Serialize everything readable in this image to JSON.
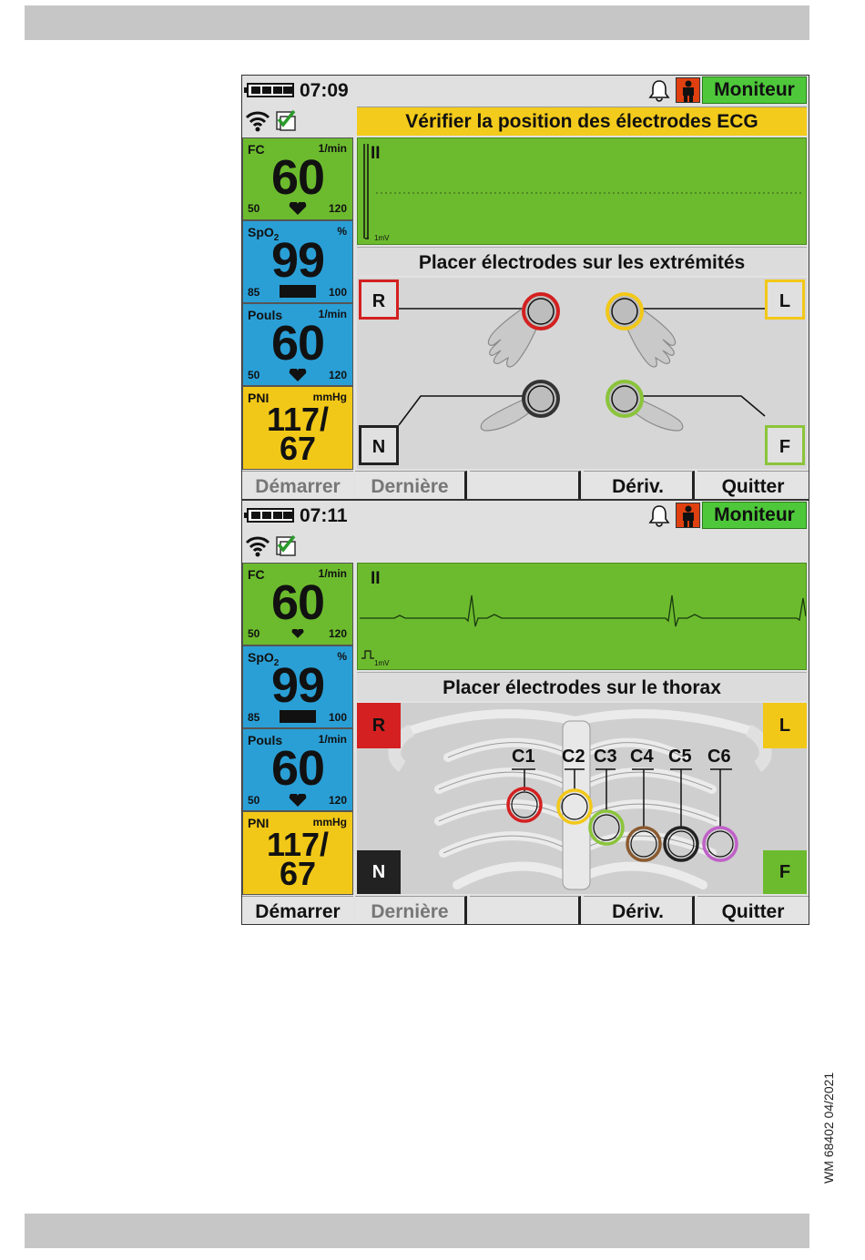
{
  "screens": [
    {
      "time": "07:09",
      "mode": "Moniteur",
      "banner": "Vérifier la position des électrodes ECG",
      "fc": {
        "label": "FC",
        "unit": "1/min",
        "value": "60",
        "low": "50",
        "high": "120"
      },
      "spo2": {
        "label": "SpO",
        "sub": "2",
        "unit": "%",
        "value": "99",
        "low": "85",
        "high": "100"
      },
      "pouls": {
        "label": "Pouls",
        "unit": "1/min",
        "value": "60",
        "low": "50",
        "high": "120"
      },
      "pni": {
        "label": "PNI",
        "unit": "mmHg",
        "line1": "117/",
        "line2": "67"
      },
      "ecg": {
        "lead": "II",
        "scale": "1mV"
      },
      "placement": "Placer électrodes sur les extrémités",
      "electrodes": {
        "r": "R",
        "l": "L",
        "n": "N",
        "f": "F"
      },
      "buttons": {
        "start": "Démarrer",
        "last": "Dernière",
        "deriv": "Dériv.",
        "quit": "Quitter"
      }
    },
    {
      "time": "07:11",
      "mode": "Moniteur",
      "fc": {
        "label": "FC",
        "unit": "1/min",
        "value": "60",
        "low": "50",
        "high": "120"
      },
      "spo2": {
        "label": "SpO",
        "sub": "2",
        "unit": "%",
        "value": "99",
        "low": "85",
        "high": "100"
      },
      "pouls": {
        "label": "Pouls",
        "unit": "1/min",
        "value": "60",
        "low": "50",
        "high": "120"
      },
      "pni": {
        "label": "PNI",
        "unit": "mmHg",
        "line1": "117/",
        "line2": "67"
      },
      "ecg": {
        "lead": "II",
        "scale": "1mV"
      },
      "placement": "Placer électrodes sur le thorax",
      "electrodes": {
        "r": "R",
        "l": "L",
        "n": "N",
        "f": "F"
      },
      "chest": [
        "C1",
        "C2",
        "C3",
        "C4",
        "C5",
        "C6"
      ],
      "buttons": {
        "start": "Démarrer",
        "last": "Dernière",
        "deriv": "Dériv.",
        "quit": "Quitter"
      }
    }
  ],
  "doc_ref": "WM 68402 04/2021",
  "colors": {
    "ecg_green": "#6cbb2e",
    "spo2_blue": "#2a9fd6",
    "pni_yellow": "#f2c818",
    "mode_green": "#4ec83a",
    "banner_yellow": "#f3cb1c",
    "r_red": "#d42020",
    "l_yellow": "#f2c818",
    "n_black": "#222222",
    "f_green": "#6cbb2e"
  }
}
